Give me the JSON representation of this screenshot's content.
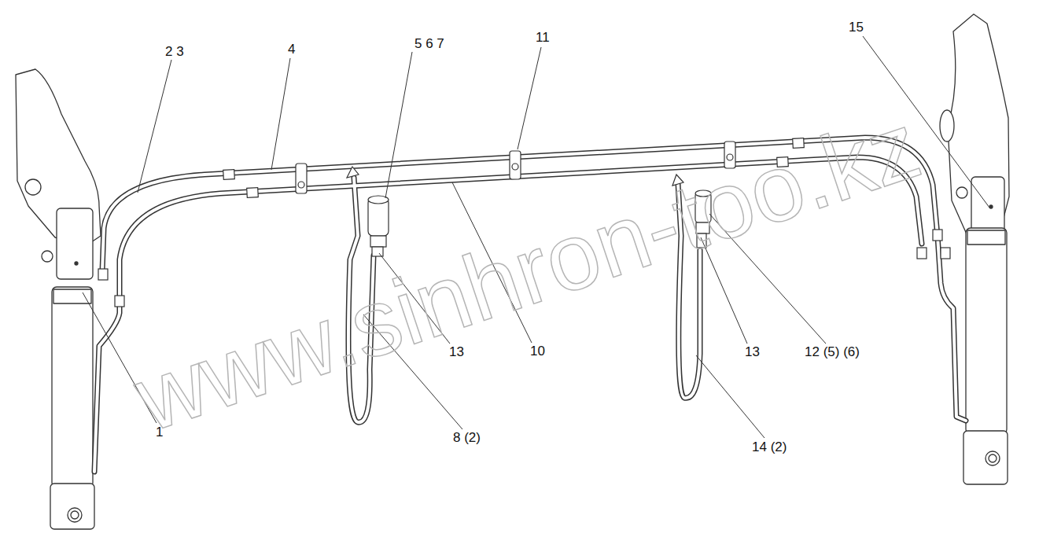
{
  "diagram": {
    "labels": [
      "2 3",
      "4",
      "5 6 7",
      "11",
      "15",
      "1",
      "13",
      "10",
      "8 (2)",
      "13",
      "12 (5) (6)",
      "14 (2)",
      "www.sinhron-too.kz"
    ]
  }
}
